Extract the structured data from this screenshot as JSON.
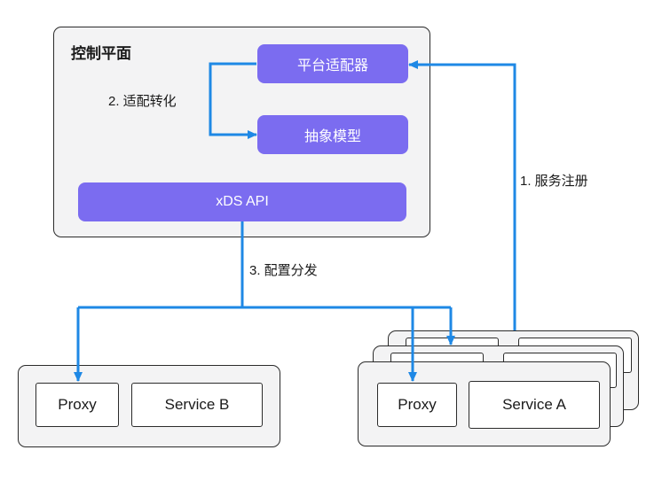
{
  "diagram": {
    "control_plane": {
      "title": "控制平面",
      "nodes": {
        "platform_adapter": "平台适配器",
        "abstract_model": "抽象模型",
        "xds_api": "xDS API"
      }
    },
    "labels": {
      "service_registration": "1. 服务注册",
      "adaptation": "2. 适配转化",
      "config_distribution": "3. 配置分发"
    },
    "service_b_group": {
      "proxy": "Proxy",
      "service": "Service B"
    },
    "service_a_group": {
      "proxy": "Proxy",
      "service": "Service A"
    },
    "colors": {
      "node_fill": "#7b6cf0",
      "arrow": "#1e88e5",
      "group_fill": "#f3f3f4",
      "border": "#2b2b2b",
      "node_text": "#ffffff"
    }
  }
}
